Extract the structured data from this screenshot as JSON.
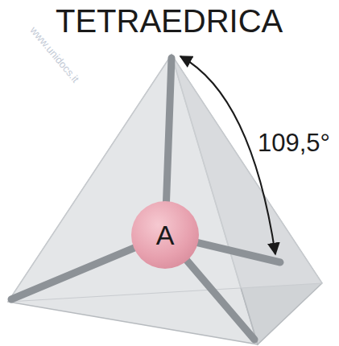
{
  "diagram": {
    "title": "TETRAEDRICA",
    "nodes": [
      {
        "text": [
          "A"
        ]
      }
    ],
    "labels": [
      "109,5°",
      "www.unidocs.it"
    ]
  }
}
